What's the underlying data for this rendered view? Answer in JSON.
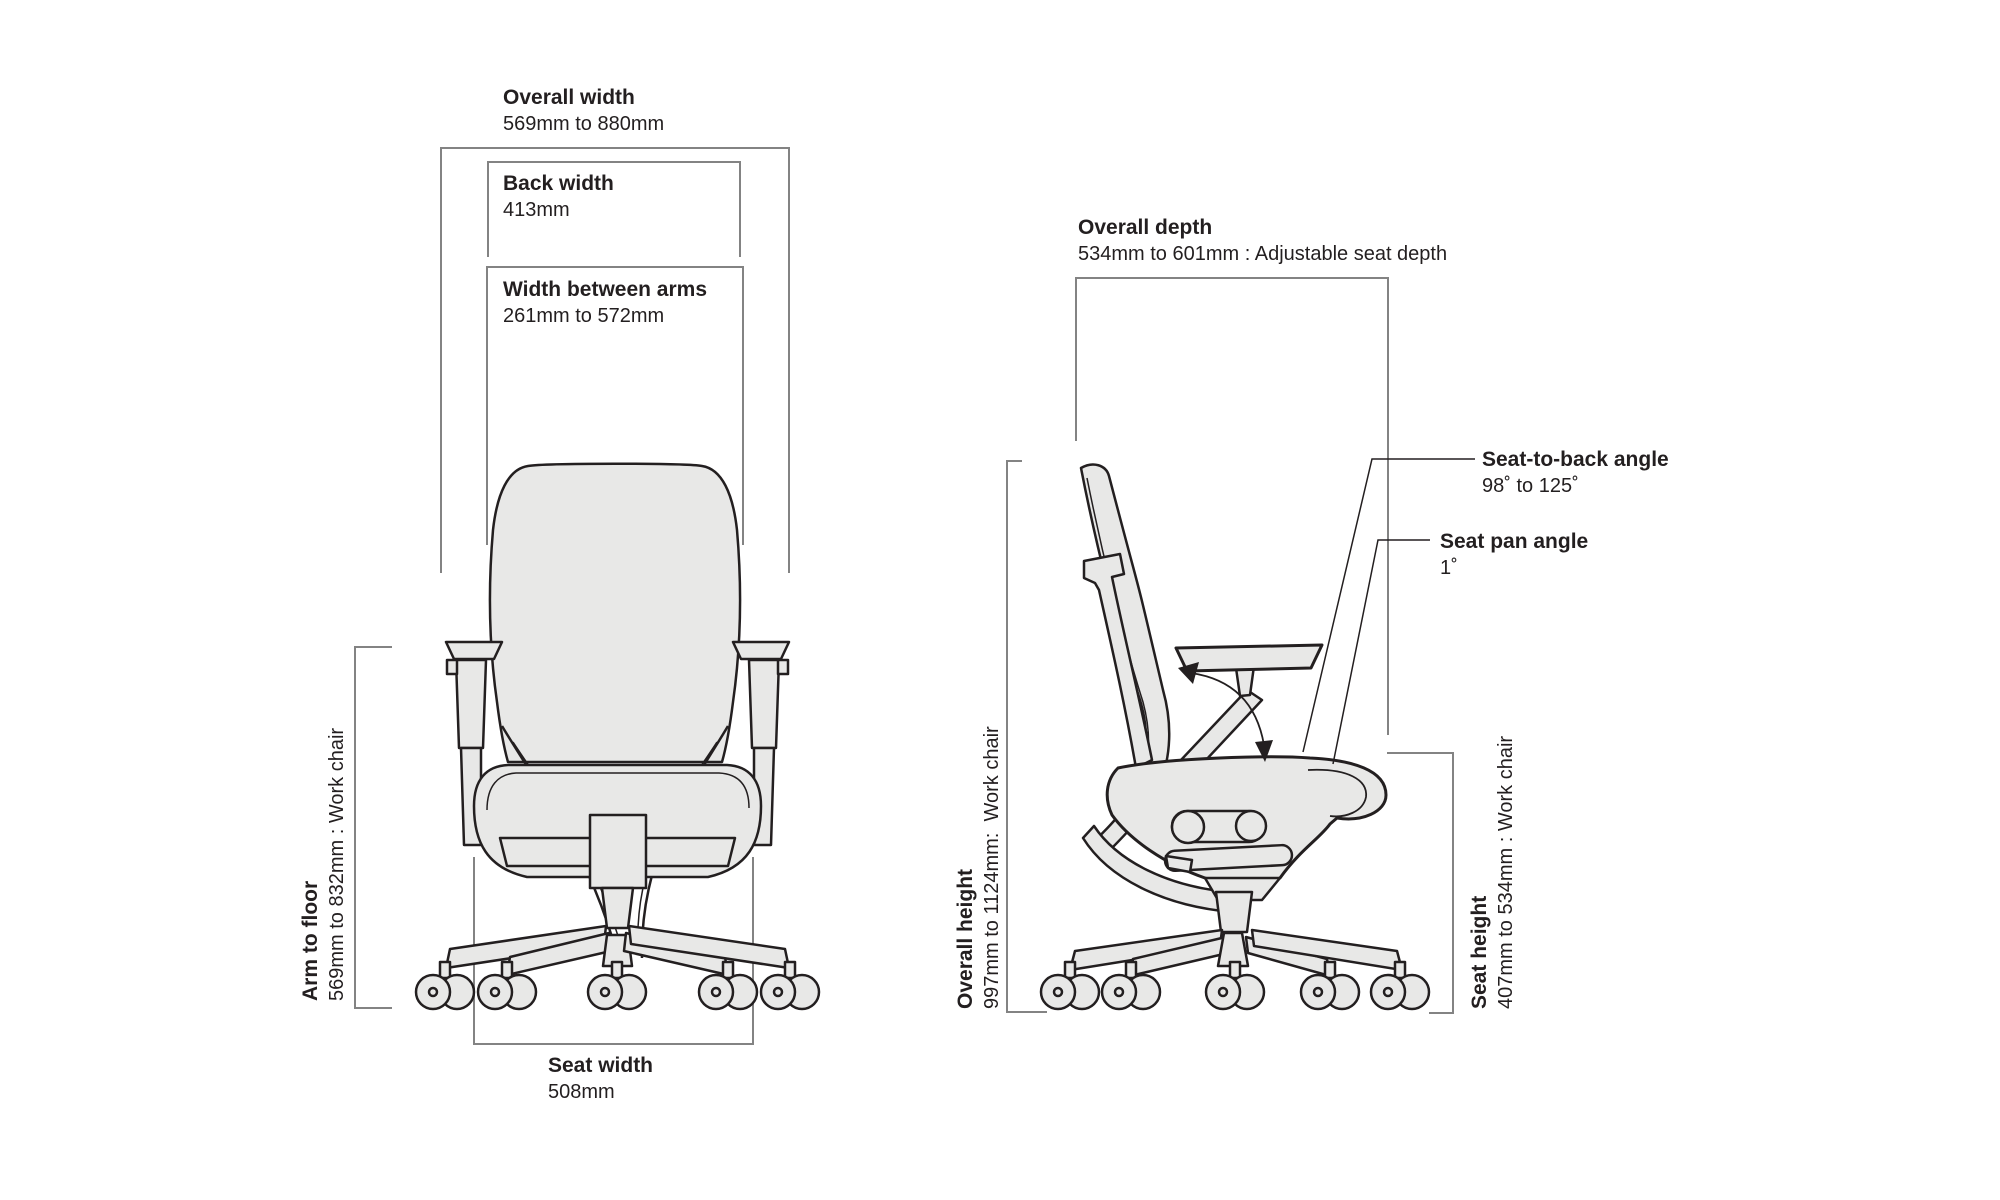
{
  "dimensions": {
    "overall_width": {
      "label": "Overall width",
      "value": "569mm to 880mm"
    },
    "back_width": {
      "label": "Back width",
      "value": "413mm"
    },
    "width_between_arms": {
      "label": "Width between arms",
      "value": "261mm to 572mm"
    },
    "arm_to_floor": {
      "label": "Arm to floor",
      "value": "569mm to 832mm : Work chair"
    },
    "seat_width": {
      "label": "Seat width",
      "value": "508mm"
    },
    "overall_depth": {
      "label": "Overall depth",
      "value": "534mm to 601mm : Adjustable seat depth"
    },
    "overall_height": {
      "label": "Overall height",
      "value": "997mm to 1124mm:  Work chair"
    },
    "seat_height": {
      "label": "Seat height",
      "value": "407mm to 534mm : Work chair"
    },
    "seat_to_back_angle": {
      "label": "Seat-to-back angle",
      "value": "98˚ to 125˚"
    },
    "seat_pan_angle": {
      "label": "Seat pan angle",
      "value": "1˚"
    }
  },
  "colors": {
    "background": "#ffffff",
    "chair_fill": "#e8e8e7",
    "chair_outline": "#231f20",
    "dimension_line": "#838383",
    "text": "#231f20"
  }
}
